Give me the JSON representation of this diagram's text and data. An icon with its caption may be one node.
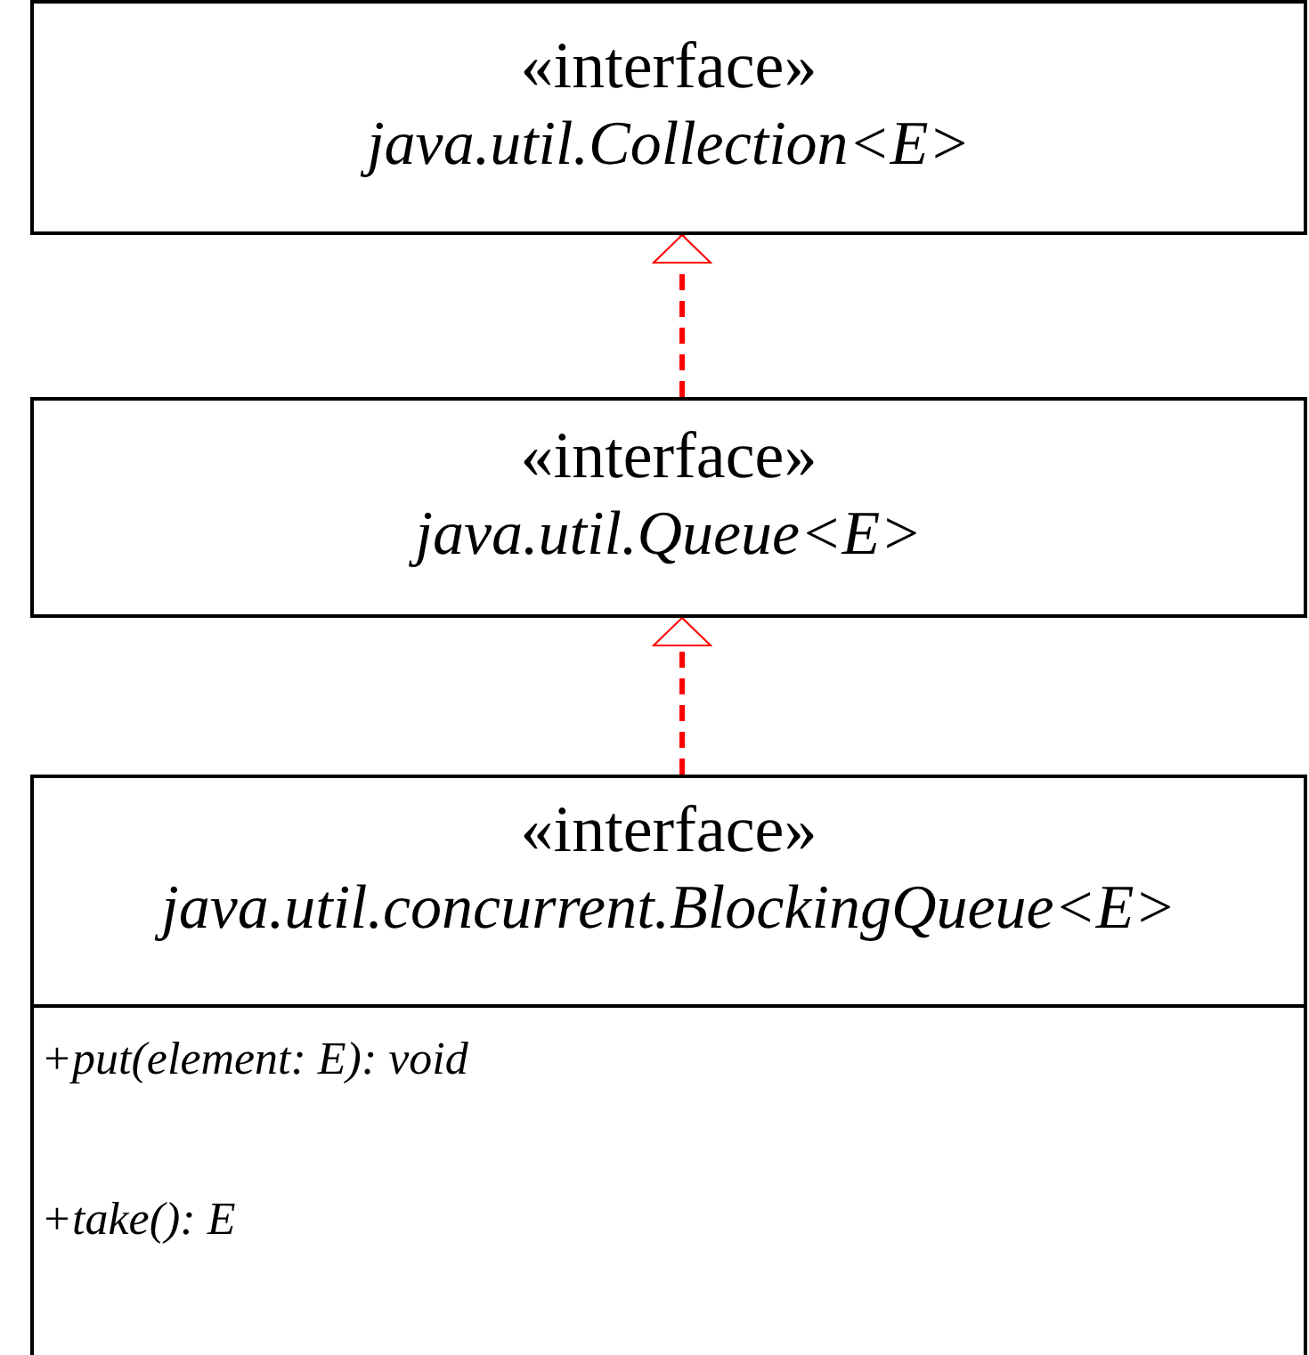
{
  "diagram": {
    "nodes": [
      {
        "text": [
          "«interface»",
          "java.util.Collection<E>"
        ]
      },
      {
        "text": [
          "«interface»",
          "java.util.Queue<E>"
        ]
      },
      {
        "text": [
          "«interface»",
          "java.util.concurrent.BlockingQueue<E>",
          "+put(element: E): void",
          "+take(): E"
        ]
      }
    ],
    "edges": [
      {
        "from": 1,
        "to": 0,
        "arrow": "to",
        "style": "dashed",
        "color": "#ff0000"
      },
      {
        "from": 2,
        "to": 1,
        "arrow": "to",
        "style": "dashed",
        "color": "#ff0000"
      }
    ]
  }
}
